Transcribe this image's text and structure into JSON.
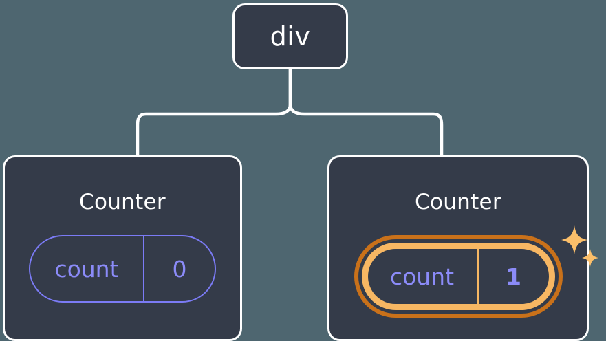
{
  "diagram": {
    "title": "react-component-tree-state-update",
    "background_color": "#4e6670",
    "node_fill": "#343b49",
    "node_border": "#ffffff",
    "accent_purple": "#8b8bf8",
    "highlight_outer": "#c9711a",
    "highlight_inner": "#f7b763",
    "sparkle_color": "#fbbf6a"
  },
  "root": {
    "label": "div"
  },
  "children": [
    {
      "title": "Counter",
      "state": {
        "key": "count",
        "value": "0"
      },
      "highlighted": false,
      "sparkles": false
    },
    {
      "title": "Counter",
      "state": {
        "key": "count",
        "value": "1"
      },
      "highlighted": true,
      "sparkles": true
    }
  ]
}
